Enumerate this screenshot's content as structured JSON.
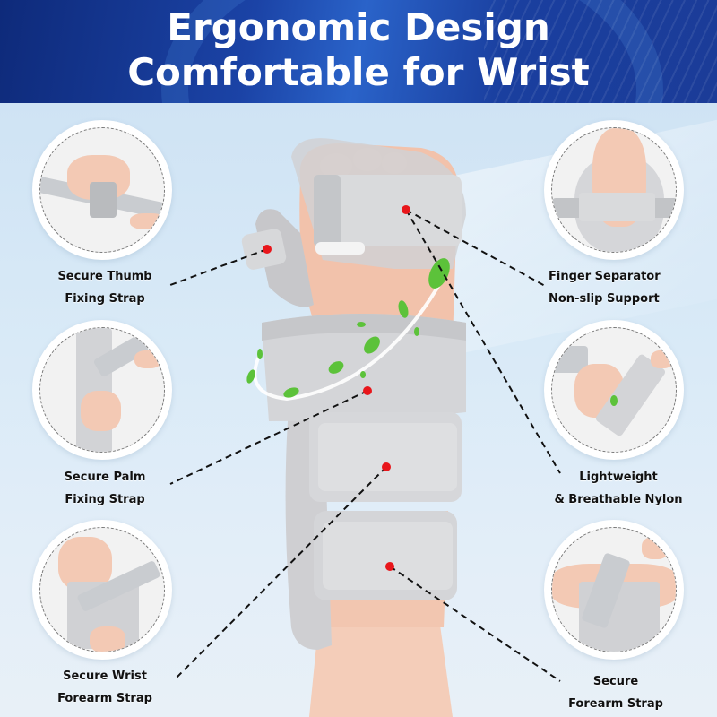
{
  "header": {
    "title_line1": "Ergonomic Design",
    "title_line2": "Comfortable for Wrist"
  },
  "features": [
    {
      "id": "thumb",
      "line1": "Secure Thumb",
      "line2": "Fixing Strap",
      "side": "left"
    },
    {
      "id": "finger",
      "line1": "Finger Separator",
      "line2": "Non-slip Support",
      "side": "right"
    },
    {
      "id": "palm",
      "line1": "Secure Palm",
      "line2": "Fixing Strap",
      "side": "left"
    },
    {
      "id": "nylon",
      "line1": "Lightweight",
      "line2": "& Breathable Nylon",
      "side": "right"
    },
    {
      "id": "wrist",
      "line1": "Secure Wrist",
      "line2": "Forearm Strap",
      "side": "left"
    },
    {
      "id": "forearm",
      "line1": "Secure",
      "line2": "Forearm Strap",
      "side": "right"
    }
  ],
  "colors": {
    "header_blue": "#1b43a6",
    "marker_red": "#e8161b",
    "leaf_green": "#5cc23a",
    "brace_gray": "#c9ccd0",
    "skin": "#f3c9b4"
  }
}
